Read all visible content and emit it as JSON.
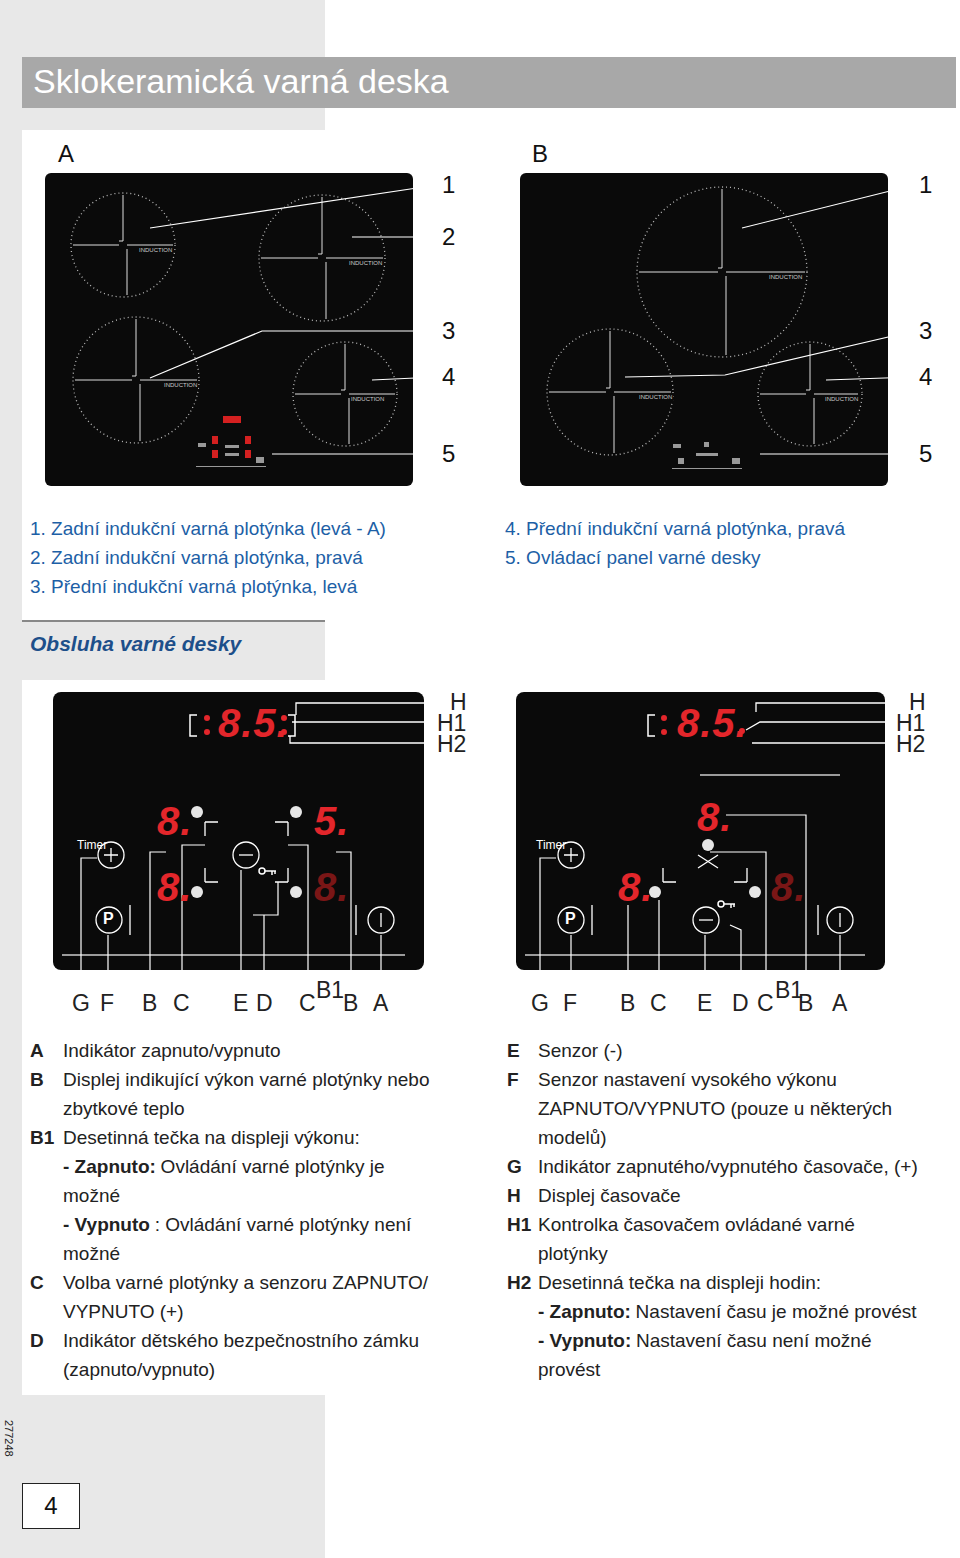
{
  "diagram": {
    "title": "Sklokeramická varná deska",
    "nodes": [
      {
        "text": [
          "4"
        ]
      }
    ],
    "labels": [
      "A",
      "1",
      "2",
      "3",
      "4",
      "5",
      "B",
      "1",
      "3",
      "4",
      "5",
      "INDUCTION",
      "INDUCTION",
      "INDUCTION",
      "INDUCTION",
      "INDUCTION",
      "INDUCTION",
      "INDUCTION",
      "1. Zadní indukční varná plotýnka (levá - A)",
      "2. Zadní indukční varná plotýnka, pravá",
      "3. Přední indukční varná plotýnka, levá",
      "4. Přední indukční varná plotýnka, pravá",
      "5. Ovládací panel varné desky",
      "Obsluha varné desky",
      "8.5.",
      "8.",
      "5.",
      "8.",
      "8.",
      "Timer",
      "H",
      "H1",
      "H2",
      "G",
      "F",
      "B",
      "C",
      "E",
      "D",
      "C",
      "B1",
      "B",
      "A",
      "8.5.",
      "8.",
      "8.",
      "8.",
      "Timer",
      "H",
      "H1",
      "H2",
      "G",
      "F",
      "B",
      "C",
      "E",
      "D",
      "C",
      "B1",
      "B",
      "A",
      "A",
      "Indikátor zapnuto/vypnuto",
      "B",
      "Displej indikující výkon varné plotýnky nebo zbytkové teplo",
      "B1",
      "Desetinná tečka na displeji výkonu:",
      "- Zapnuto:",
      "Ovládání varné plotýnky je možné",
      "- Vypnuto",
      ": Ovládání varné plotýnky není možné",
      "C",
      "Volba varné plotýnky a senzoru ZAPNUTO/ VYPNUTO (+)",
      "D",
      "Indikátor dětského bezpečnostního zámku (zapnuto/vypnuto)",
      "E",
      "Senzor (-)",
      "F",
      "Senzor nastavení vysokého výkonu ZAPNUTO/VYPNUTO (pouze u některých modelů)",
      "G",
      "Indikátor zapnutého/vypnutého časovače, (+)",
      "H",
      "Displej časovače",
      "H1",
      "Kontrolka časovačem ovládané varné plotýnky",
      "H2",
      "Desetinná tečka na displeji hodin:",
      "- Zapnuto:",
      "Nastavení času je možné provést",
      "- Vypnuto:",
      "Nastavení času není možné provést",
      "277248",
      "P",
      "P"
    ]
  }
}
